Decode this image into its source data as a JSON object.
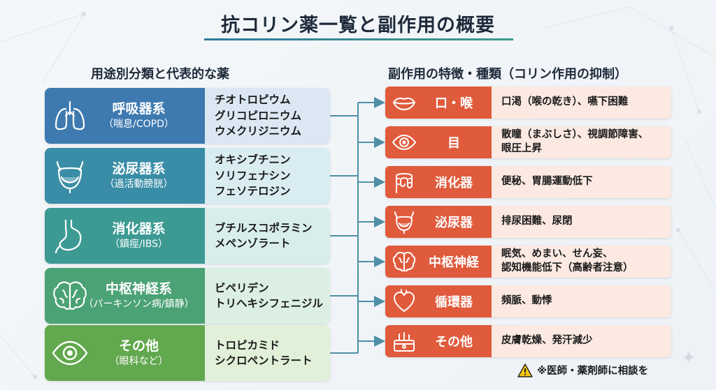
{
  "title": "抗コリン薬一覧と副作用の概要",
  "left_heading": "用途別分類と代表的な薬",
  "right_heading": "副作用の特徴・種類（コリン作用の抑制）",
  "categories": [
    {
      "name": "呼吸器系",
      "sub": "（喘息/COPD）",
      "icon": "lungs-icon",
      "color": "#3e7ab0",
      "light": "#dbe8f3",
      "drugs": [
        "チオトロピウム",
        "グリコピロニウム",
        "ウメクリジニウム"
      ]
    },
    {
      "name": "泌尿器系",
      "sub": "（過活動膀胱）",
      "icon": "bladder-icon",
      "color": "#3a8da6",
      "light": "#d9ecf1",
      "drugs": [
        "オキシブチニン",
        "ソリフェナシン",
        "フェソテロジン"
      ]
    },
    {
      "name": "消化器系",
      "sub": "（鎮痙/IBS）",
      "icon": "stomach-icon",
      "color": "#3c9a93",
      "light": "#d8eeeb",
      "drugs": [
        "ブチルスコポラミン",
        "メペンゾラート"
      ]
    },
    {
      "name": "中枢神経系",
      "sub": "（パーキンソン病/鎮静）",
      "icon": "brain-icon",
      "color": "#4ba275",
      "light": "#dbefe2",
      "drugs": [
        "ビペリデン",
        "トリヘキシフェニジル"
      ]
    },
    {
      "name": "その他",
      "sub": "（眼科など）",
      "icon": "eye-icon",
      "color": "#62a84e",
      "light": "#e1f0d8",
      "drugs": [
        "トロピカミド",
        "シクロペントラート"
      ]
    }
  ],
  "side_effects": [
    {
      "name": "口・喉",
      "icon": "mouth-icon",
      "effects": [
        "口渇（喉の乾き）、嚥下困難"
      ]
    },
    {
      "name": "目",
      "icon": "eye-icon",
      "effects": [
        "散瞳（まぶしさ）、視調節障害、",
        "眼圧上昇"
      ]
    },
    {
      "name": "消化器",
      "icon": "intestine-icon",
      "effects": [
        "便秘、胃腸運動低下"
      ]
    },
    {
      "name": "泌尿器",
      "icon": "bladder-icon",
      "effects": [
        "排尿困難、尿閉"
      ]
    },
    {
      "name": "中枢神経",
      "icon": "brain-icon",
      "effects": [
        "眠気、めまい、せん妄、",
        "認知機能低下（高齢者注意）"
      ]
    },
    {
      "name": "循環器",
      "icon": "heart-icon",
      "effects": [
        "頻脈、動悸"
      ]
    },
    {
      "name": "その他",
      "icon": "skin-icon",
      "effects": [
        "皮膚乾燥、発汗減少"
      ]
    }
  ],
  "note": "※医師・薬剤師に相談を",
  "colors": {
    "accent_red": "#e05a3c",
    "red_light": "#fbe9e2",
    "connector": "#4e8fa6"
  }
}
